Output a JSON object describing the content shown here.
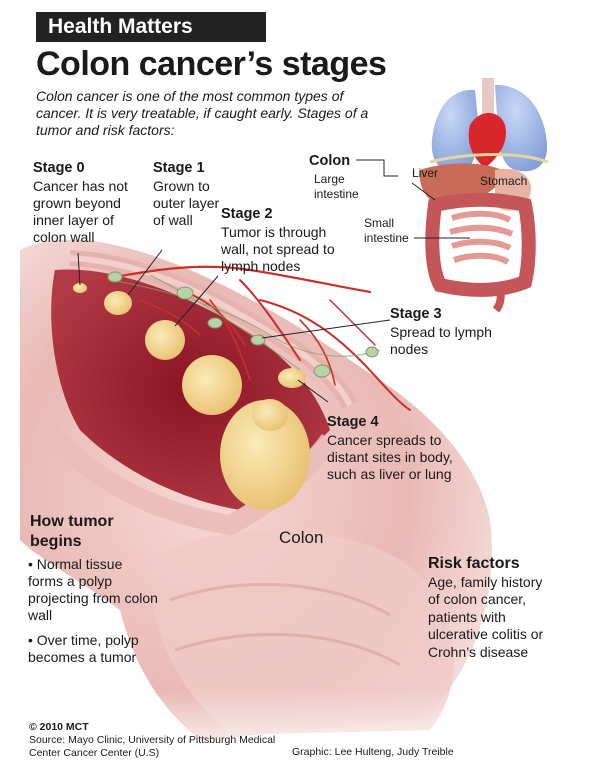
{
  "header": {
    "banner": "Health Matters",
    "title": "Colon cancer’s stages",
    "intro": "Colon cancer is one of the most common types of cancer. It is very treatable, if caught early. Stages of a tumor and risk factors:"
  },
  "stages": [
    {
      "label": "Stage 0",
      "text": "Cancer has not grown beyond inner layer of colon wall"
    },
    {
      "label": "Stage 1",
      "text": "Grown to outer layer of wall"
    },
    {
      "label": "Stage 2",
      "text": "Tumor is through wall, not spread to lymph nodes"
    },
    {
      "label": "Stage 3",
      "text": "Spread to lymph nodes"
    },
    {
      "label": "Stage 4",
      "text": "Cancer spreads to distant sites in body, such as liver or lung"
    }
  ],
  "anatomy": {
    "colon": "Colon",
    "liver": "Liver",
    "stomach": "Stomach",
    "large_intestine": "Large intestine",
    "small_intestine": "Small intestine"
  },
  "main_label": "Colon",
  "how_tumor": {
    "title": "How tumor begins",
    "bullets": [
      "Normal tissue forms a polyp projecting from colon wall",
      "Over time, polyp becomes a tumor"
    ]
  },
  "risk": {
    "title": "Risk factors",
    "text": "Age, family history of colon cancer, patients with ulcerative colitis or Crohn’s disease"
  },
  "footer": {
    "copyright": "© 2010 MCT",
    "source": "Source: Mayo Clinic, University of Pittsburgh Medical Center Cancer Center (U.S)",
    "graphic": "Graphic: Lee Hulteng, Judy Treible"
  },
  "colors": {
    "banner_bg": "#222222",
    "tissue": "#e8b7b3",
    "tissue_dark": "#a0323d",
    "tumor": "#f1d48e",
    "vessel": "#c8302a",
    "lymph": "#b8d2a6",
    "lung": "#9db5e6",
    "heart": "#d8262b"
  }
}
